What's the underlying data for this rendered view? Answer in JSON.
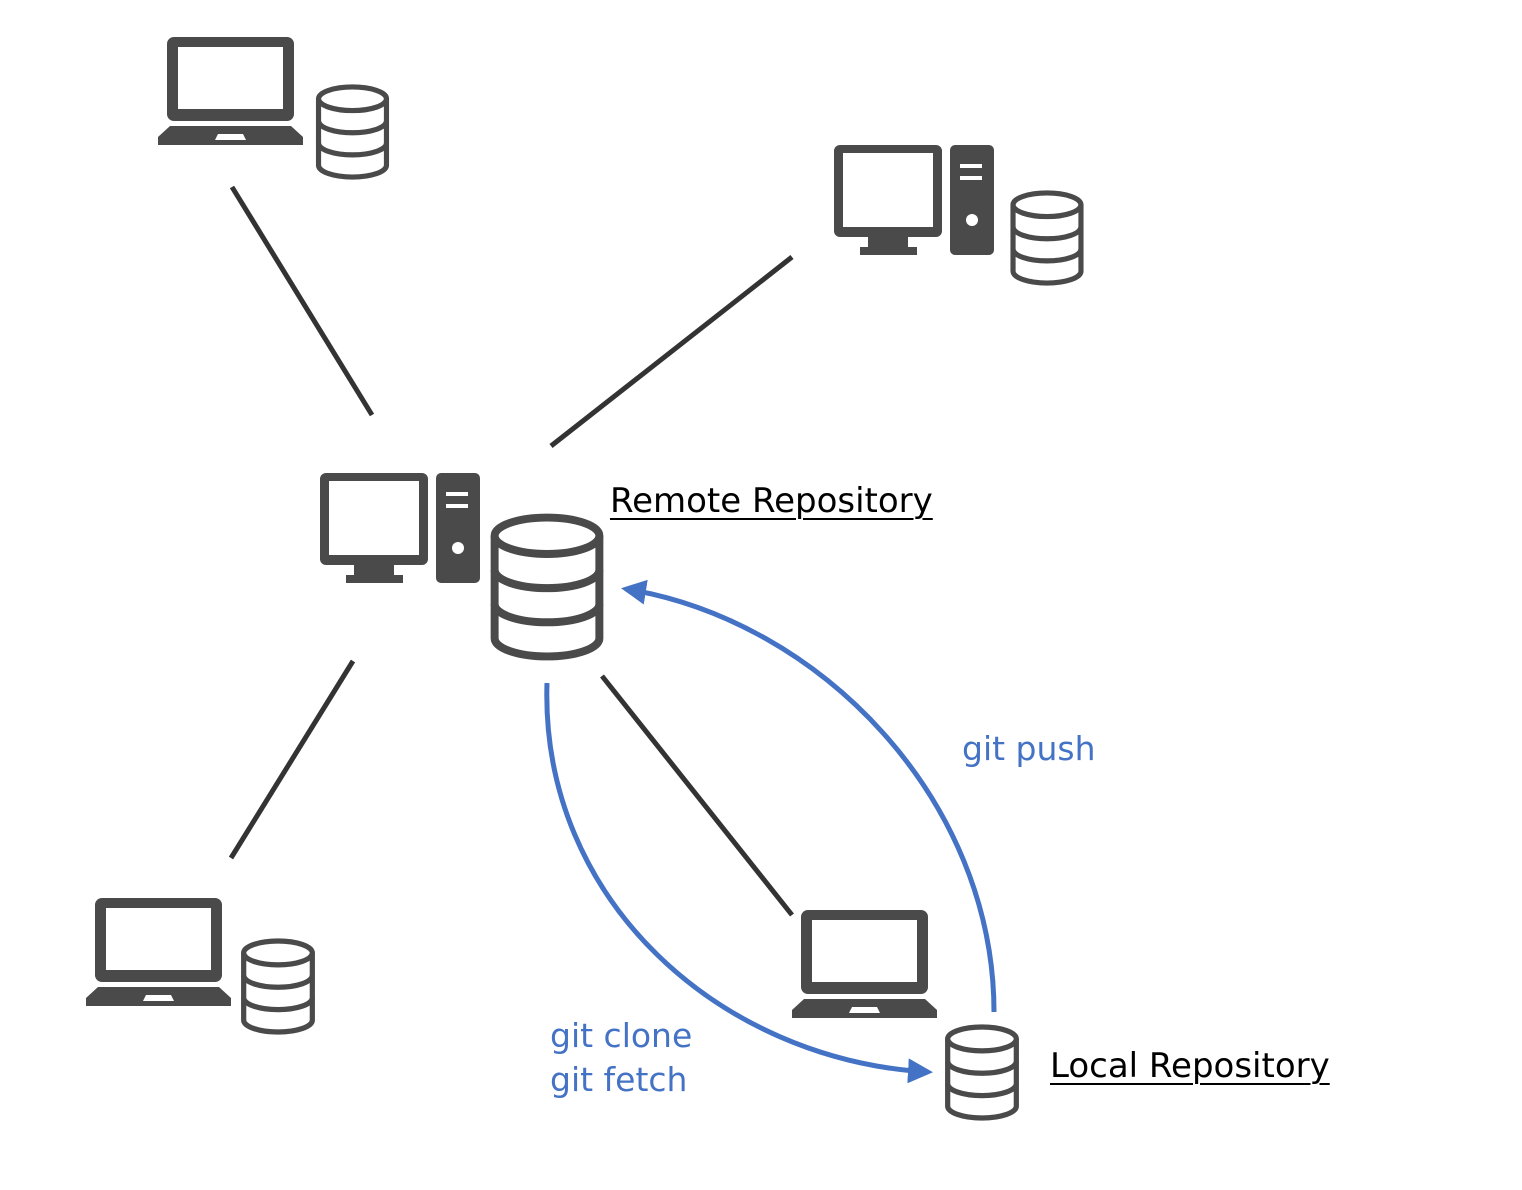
{
  "title": "Distributed Git repository diagram",
  "colors": {
    "icon": "#4a4a4a",
    "link": "#333333",
    "command": "#4472c4",
    "label": "#000000"
  },
  "nodes": [
    {
      "id": "top-left",
      "device": "laptop",
      "has_repository": true
    },
    {
      "id": "top-right",
      "device": "desktop",
      "has_repository": true
    },
    {
      "id": "center",
      "device": "desktop",
      "has_repository": true,
      "role": "remote"
    },
    {
      "id": "bottom-left",
      "device": "laptop",
      "has_repository": true
    },
    {
      "id": "bottom-right",
      "device": "laptop",
      "has_repository": true,
      "role": "local"
    }
  ],
  "links": [
    {
      "from": "center",
      "to": "top-left"
    },
    {
      "from": "center",
      "to": "top-right"
    },
    {
      "from": "center",
      "to": "bottom-left"
    },
    {
      "from": "center",
      "to": "bottom-right"
    }
  ],
  "labels": {
    "remote": "Remote Repository",
    "local": "Local Repository"
  },
  "commands": {
    "push": "git push",
    "clone": "git clone",
    "fetch": "git fetch"
  },
  "flows": [
    {
      "from": "local",
      "to": "remote",
      "label": "git push"
    },
    {
      "from": "remote",
      "to": "local",
      "label": "git clone / git fetch"
    }
  ]
}
